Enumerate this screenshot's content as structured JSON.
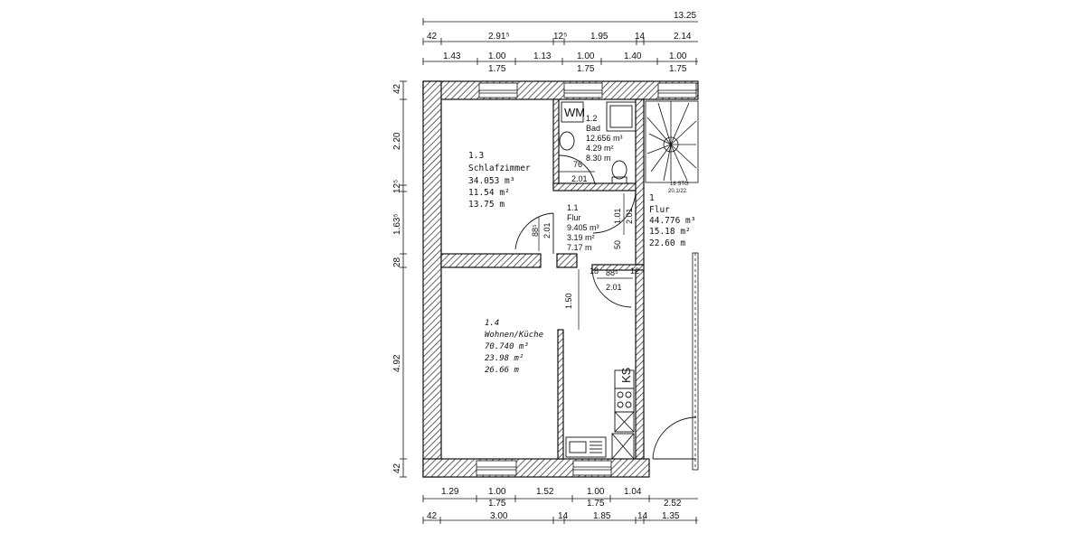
{
  "dimensions": {
    "top_total": "13.25",
    "top_row1": [
      "42",
      "2.91⁵",
      "12⁵",
      "1.95",
      "14",
      "2.14"
    ],
    "top_row2": [
      "1.43",
      "1.00",
      "1.13",
      "1.00",
      "1.40",
      "1.00"
    ],
    "top_row2_sub": [
      "1.75",
      "1.75",
      "1.75"
    ],
    "left_col": [
      "42",
      "2.20",
      "12⁵",
      "1.63⁵",
      "28",
      "4.92",
      "42"
    ],
    "bottom_row1": [
      "1.29",
      "1.00",
      "1.52",
      "1.00",
      "1.04",
      "2.52"
    ],
    "bottom_row1_sub": [
      "1.75",
      "1.75"
    ],
    "bottom_row2": [
      "42",
      "3.00",
      "14",
      "1.85",
      "14",
      "1.35"
    ]
  },
  "rooms": {
    "schlafzimmer": {
      "number": "1.3",
      "name": "Schlafzimmer",
      "volume": "34.053 m³",
      "area": "11.54 m²",
      "perimeter": "13.75 m"
    },
    "bad": {
      "number": "1.2",
      "name": "Bad",
      "volume": "12.656 m³",
      "area": "4.29 m²",
      "perimeter": "8.30 m"
    },
    "flur_small": {
      "number": "1.1",
      "name": "Flur",
      "volume": "9.405 m³",
      "area": "3.19 m²",
      "perimeter": "7.17 m"
    },
    "flur": {
      "number": "1",
      "name": "Flur",
      "volume": "44.776 m³",
      "area": "15.18 m²",
      "perimeter": "22.60 m"
    },
    "wohnen": {
      "number": "1.4",
      "name": "Wohnen/Küche",
      "volume": "70.740 m³",
      "area": "23.98 m²",
      "perimeter": "26.66 m"
    }
  },
  "doors": {
    "bad_door": {
      "width": "76",
      "height": "2.01"
    },
    "schlaf_door": {
      "width": "88⁵",
      "height": "2.01"
    },
    "flur_door": {
      "width": "1.01",
      "height": "2.01"
    },
    "wohn_door": {
      "width": "88⁵",
      "height": "2.01"
    },
    "door_side_left": "18",
    "door_side_right": "12",
    "flur_dim_50": "50",
    "wohn_dim": "1.50"
  },
  "fixtures": {
    "washing_machine": "WM",
    "fridge": "KS",
    "stairs": "18 STG",
    "stairs_ratio": "20.1/22."
  }
}
